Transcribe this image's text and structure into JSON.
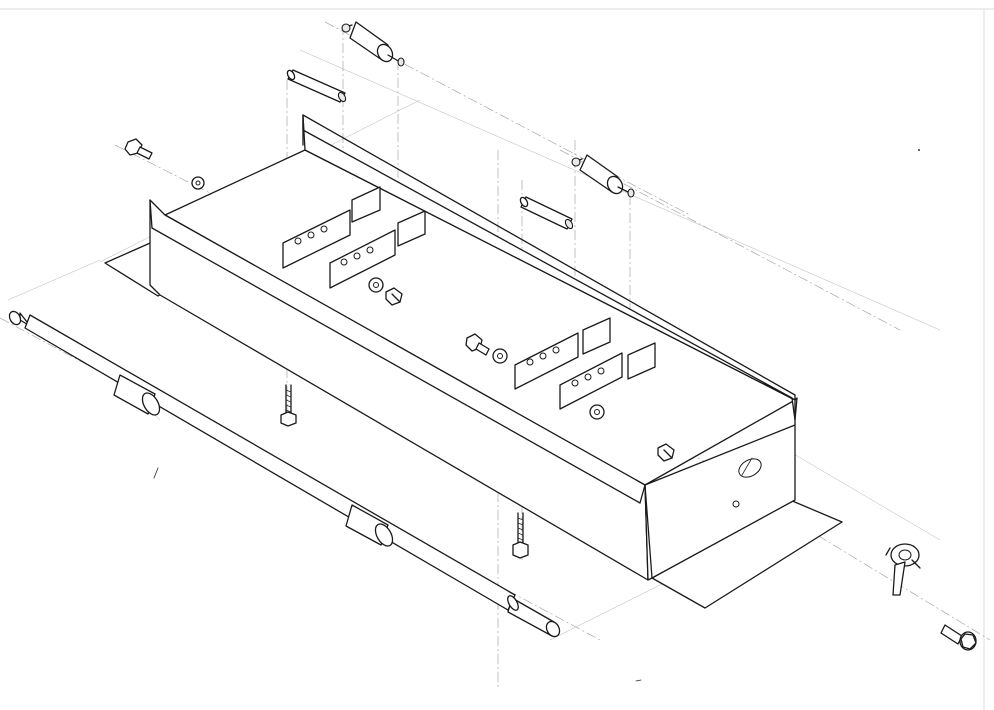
{
  "figure": {
    "kind": "exploded isometric line drawing",
    "ink_color": "#1a1a1a",
    "guide_color": "#9a9a9a",
    "background": "#ffffff"
  },
  "parts": [
    "bracket-tray",
    "shaft-with-rollers",
    "standoff-spacer",
    "threaded-pin",
    "mounting-clip",
    "hex-screw",
    "flat-washer",
    "long-screw",
    "side-clamp",
    "flange-bolt"
  ]
}
